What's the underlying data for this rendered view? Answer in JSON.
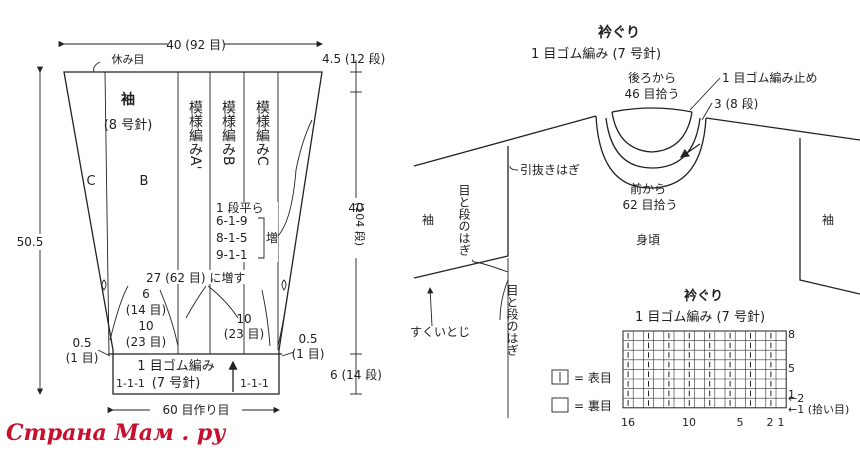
{
  "sleeve": {
    "width_top": "40 (92 目)",
    "rest_stitches": "休み目",
    "rows_top": "4.5 (12 段)",
    "height_total": "50.5",
    "title": "袖",
    "needle": "(8 号針)",
    "col_c": "C",
    "col_b": "B",
    "pattern_a": "模様編みA'",
    "pattern_b": "模様編みB",
    "pattern_c": "模様編みC",
    "shaping_head": "1 段平ら",
    "shaping_rows": [
      "6-1-9",
      "8-1-5",
      "9-1-1"
    ],
    "increase": "増",
    "height_mid_num": "40",
    "height_mid_rows": "(104 段)",
    "increase_total": "27 (62 目) に増す",
    "left_6": "6",
    "left_14": "(14 目)",
    "left_10": "10",
    "left_23": "(23 目)",
    "right_10": "10",
    "right_23": "(23 目)",
    "edge_05_l": "0.5",
    "edge_1_l": "(1 目)",
    "edge_05_r": "0.5",
    "edge_1_r": "(1 目)",
    "cuff_rib": "1 目ゴム編み",
    "cuff_needle": "(7 号針)",
    "cuff_mark_l": "1-1-1",
    "cuff_mark_r": "1-1-1",
    "cuff_rows": "6 (14 段)",
    "cast_on": "60 目作り目"
  },
  "neck": {
    "title": "衿ぐり",
    "rib": "1 目ゴム編み (7 号針)",
    "back_from": "後ろから",
    "back_pick": "46 目拾う",
    "rib_bind_off": "1 目ゴム編み止め",
    "rib_height": "3 (8 段)",
    "front_from": "前から",
    "front_pick": "62 目拾う",
    "slip_seam": "引抜きはぎ",
    "sleeve_l": "袖",
    "sleeve_r": "袖",
    "body": "身頃",
    "stitch_row_join_top": "目と段のはぎ",
    "stitch_row_join_bottom": "目と段のはぎ",
    "underarm_seam": "すくいとじ"
  },
  "chart": {
    "title": "衿ぐり",
    "subtitle": "1 目ゴム編み (7 号針)",
    "legend_knit": "= 表目",
    "legend_purl": "= 裏目",
    "row_labels": [
      "8",
      "5",
      "1"
    ],
    "row_arrow_2": "←2",
    "row_arrow_1": "←1 (拾い目)",
    "col_labels": [
      "16",
      "10",
      "5",
      "2",
      "1"
    ],
    "cols": 16,
    "rows": 8
  },
  "watermark": "Страна Мам . ру"
}
